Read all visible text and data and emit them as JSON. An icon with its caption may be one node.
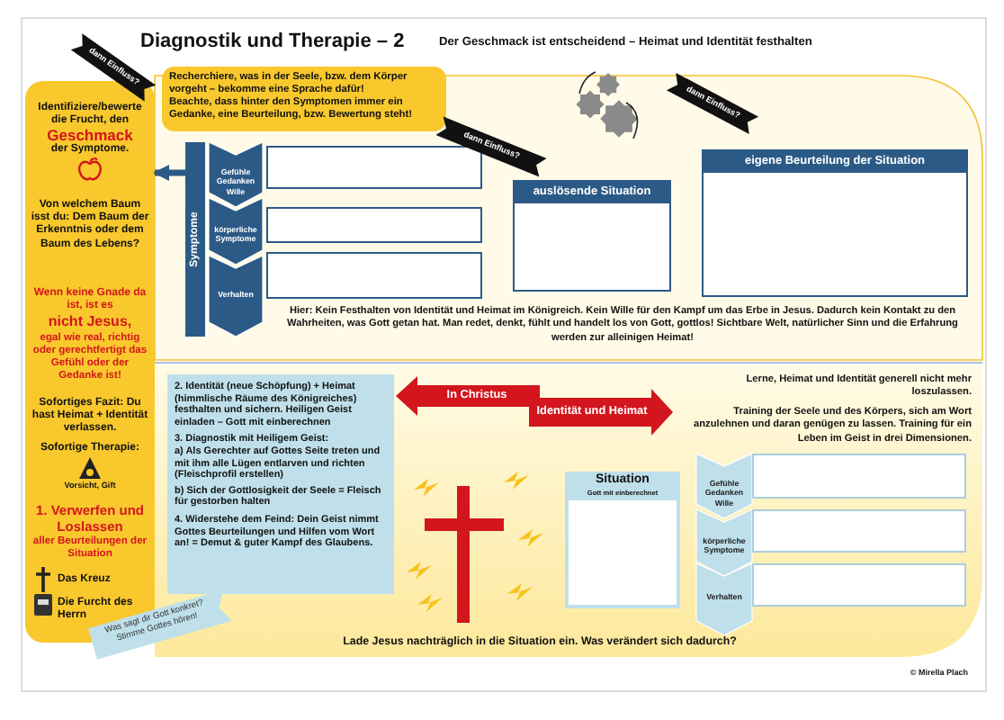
{
  "diagram": {
    "title": "Diagnostik und Therapie – 2",
    "nodes": [
      {
        "text": [
          "Identifiziere/bewerte die Frucht, den",
          "Geschmack",
          "der Symptome.",
          "Von welchem Baum isst du: Dem Baum der Erkenntnis oder dem Baum des Lebens?",
          "Wenn keine Gnade da ist, ist es",
          "nicht Jesus,",
          "egal wie real, richtig oder gerechtfertigt das Gefühl oder der Gedanke ist!",
          "Sofortiges Fazit: Du hast Heimat + Identität verlassen.",
          "Sofortige Therapie:",
          "Vorsicht, Gift",
          "1. Verwerfen und Loslassen",
          "aller Beurteilungen der Situation",
          "Das Kreuz",
          "Die Furcht des Herrn"
        ]
      },
      {
        "text": [
          "Recherchiere, was in der Seele, bzw. dem Körper vorgeht – bekomme eine Sprache dafür!",
          "Beachte, dass hinter den Symptomen immer ein Gedanke, eine Beurteilung, bzw. Bewertung steht!"
        ]
      },
      {
        "text": [
          "Symptome"
        ]
      },
      {
        "text": [
          "Gefühle Gedanken Wille"
        ]
      },
      {
        "text": [],
        "shape": "box"
      },
      {
        "text": [
          "körperliche Symptome"
        ]
      },
      {
        "text": [],
        "shape": "box"
      },
      {
        "text": [
          "Verhalten"
        ]
      },
      {
        "text": [],
        "shape": "box"
      },
      {
        "text": [
          "auslösende Situation"
        ]
      },
      {
        "text": [
          "eigene Beurteilung der Situation"
        ]
      },
      {
        "text": [
          "dann Einfluss?"
        ]
      },
      {
        "text": [
          "dann Einfluss?"
        ]
      },
      {
        "text": [
          "dann Einfluss?"
        ]
      },
      {
        "text": [
          "2. Identität (neue Schöpfung) + Heimat (himmlische Räume des Königreiches) festhalten und sichern. Heiligen Geist einladen – Gott mit einberechnen",
          "3. Diagnostik mit Heiligem Geist:",
          "a) Als Gerechter auf Gottes Seite treten und mit ihm alle Lügen entlarven und richten (Fleischprofil erstellen)",
          "b) Sich der Gottlosigkeit der Seele = Fleisch für gestorben halten",
          "4. Widerstehe dem Feind: Dein Geist nimmt Gottes Beurteilungen und Hilfen vom Wort an! = Demut & guter Kampf des Glaubens."
        ]
      },
      {
        "text": [
          "In Christus"
        ]
      },
      {
        "text": [
          "Identität und Heimat"
        ]
      },
      {
        "text": [
          "Situation",
          "Gott mit einberechnet"
        ]
      },
      {
        "text": [
          "Gefühle Gedanken Wille"
        ]
      },
      {
        "text": [],
        "shape": "box"
      },
      {
        "text": [
          "körperliche Symptome"
        ]
      },
      {
        "text": [],
        "shape": "box"
      },
      {
        "text": [
          "Verhalten"
        ]
      },
      {
        "text": [],
        "shape": "box"
      },
      {
        "text": [
          "Was sagt dir Gott konkret? Stimme Gottes hören!"
        ]
      }
    ],
    "edges": [
      {
        "from": 2,
        "to": 0,
        "arrow": "to"
      }
    ],
    "labels": [
      "Der Geschmack ist entscheidend – Heimat und Identität festhalten",
      "Hier: Kein Festhalten von Identität und Heimat im Königreich. Kein Wille für den Kampf um das Erbe in Jesus. Dadurch kein Kontakt zu den Wahrheiten, was Gott getan hat. Man redet, denkt, fühlt und handelt los von Gott, gottlos! Sichtbare Welt, natürlicher Sinn und die Erfahrung werden zur alleinigen Heimat!",
      "Lerne, Heimat und Identität generell nicht mehr loszulassen.",
      "Training der Seele und des Körpers, sich am Wort anzulehnen und daran genügen zu lassen. Training für ein Leben im Geist in drei Dimensionen.",
      "Lade Jesus nachträglich in die Situation ein. Was verändert sich dadurch?",
      "© Mirella Plach"
    ]
  }
}
